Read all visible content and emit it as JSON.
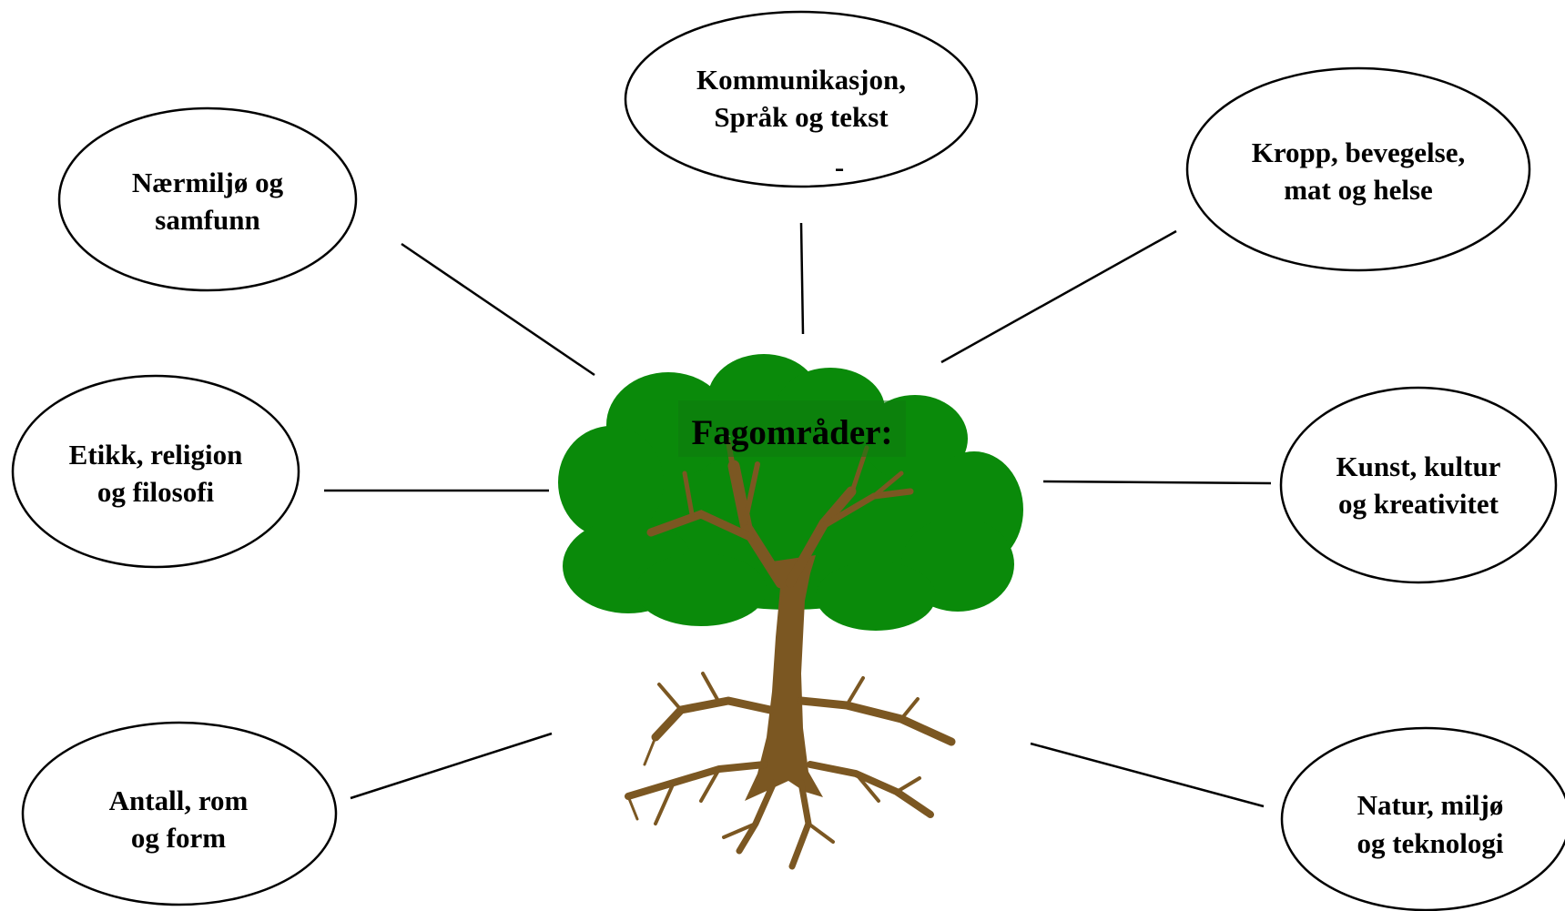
{
  "center": {
    "label": "Fagområder:"
  },
  "nodes": {
    "kommunikasjon": {
      "line1": "Kommunikasjon,",
      "line2": "Språk og tekst",
      "extra": "-"
    },
    "naermiljo": {
      "line1": "Nærmiljø og",
      "line2": "samfunn"
    },
    "kropp": {
      "line1": "Kropp, bevegelse,",
      "line2": "mat og helse"
    },
    "etikk": {
      "line1": "Etikk, religion",
      "line2": "og filosofi"
    },
    "kunst": {
      "line1": "Kunst, kultur",
      "line2": "og kreativitet"
    },
    "antall": {
      "line1": "Antall, rom",
      "line2": "og form"
    },
    "natur": {
      "line1": "Natur, miljø",
      "line2": "og teknologi"
    }
  },
  "colors": {
    "foliage": "#0a8a0a",
    "trunk": "#7b5722",
    "outline": "#000000"
  }
}
